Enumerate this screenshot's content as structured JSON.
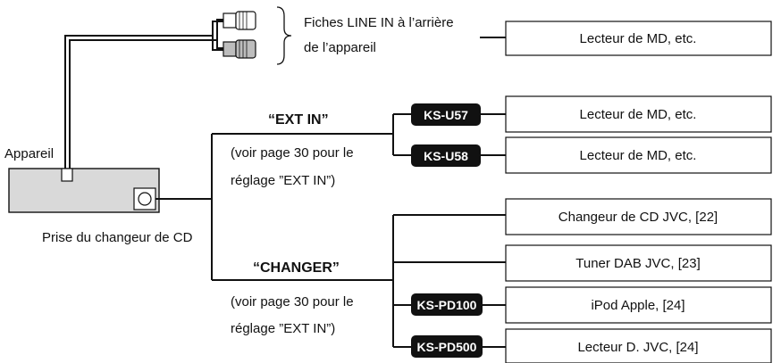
{
  "top": {
    "fiches_line1": "Fiches LINE IN à l’arrière",
    "fiches_line2": "de l’appareil",
    "top_device": "Lecteur de MD, etc."
  },
  "unit": {
    "label": "Appareil",
    "jack_label": "Prise du changeur de CD"
  },
  "ext_in": {
    "title": "“EXT IN”",
    "note_line1": "(voir page 30 pour le",
    "note_line2": "réglage ”EXT IN”)",
    "devices": [
      {
        "adapter": "KS-U57",
        "name": "Lecteur de MD, etc."
      },
      {
        "adapter": "KS-U58",
        "name": "Lecteur de MD, etc."
      }
    ]
  },
  "changer": {
    "title": "“CHANGER”",
    "note_line1": "(voir page 30 pour le",
    "note_line2": "réglage ”EXT IN”)",
    "devices": [
      {
        "adapter": "",
        "name": "Changeur de CD JVC, [22]"
      },
      {
        "adapter": "",
        "name": "Tuner DAB JVC, [23]"
      },
      {
        "adapter": "KS-PD100",
        "name": "iPod Apple, [24]"
      },
      {
        "adapter": "KS-PD500",
        "name": "Lecteur D. JVC, [24]"
      }
    ]
  }
}
